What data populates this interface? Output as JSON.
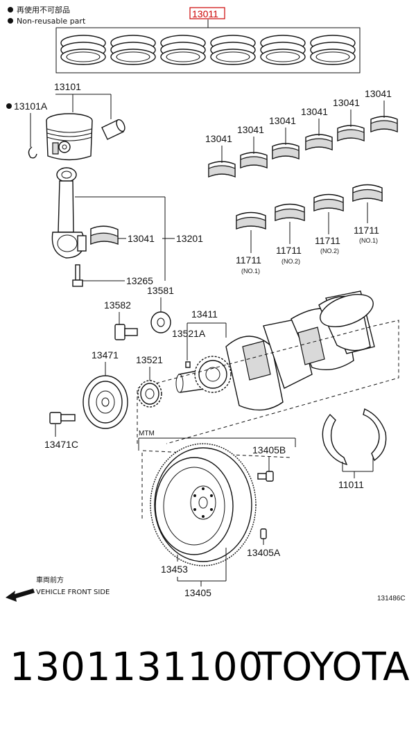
{
  "notes": {
    "reuse_jp": "再使用不可部品",
    "reuse_en": "Non-reusable part"
  },
  "callouts": {
    "ring_set": "13011",
    "piston": "13101",
    "piston_sub": "13101A",
    "bearing": "13041",
    "rod": "13201",
    "rod_bolt": "13265",
    "pulley_bolt_top": "13582",
    "plate": "13581",
    "crank_gear": "13411",
    "key": "13521A",
    "pulley": "13471",
    "gear": "13521",
    "pulley_bolt": "13471C",
    "main_bearing": "11711",
    "thrust": "11011",
    "fw_bolt": "13405B",
    "fw_pin": "13405A",
    "ring_gear": "13453",
    "flywheel": "13405",
    "mtm": "MTM"
  },
  "bearing_notes": {
    "no1": "(NO.1)",
    "no2": "(NO.2)"
  },
  "direction": {
    "jp": "車両前方",
    "en": "VEHICLE FRONT SIDE"
  },
  "figure_id": "131486C",
  "footer": {
    "part_number": "1301131100",
    "brand": "TOYOTA"
  },
  "colors": {
    "highlight": "#cc0000",
    "ink": "#111111"
  }
}
